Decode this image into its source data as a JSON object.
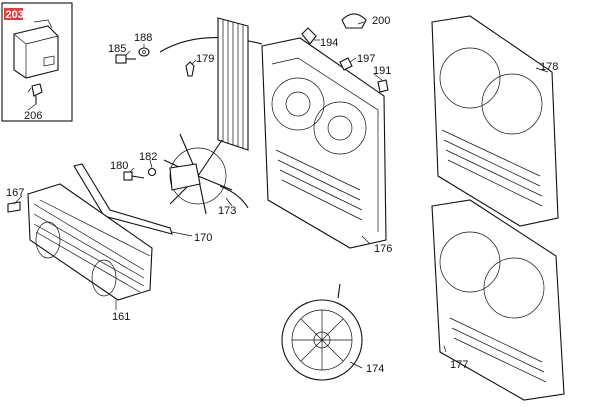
{
  "diagram": {
    "highlighted_part": "203",
    "labels": {
      "p203": "203",
      "p206": "206",
      "p185": "185",
      "p188": "188",
      "p179": "179",
      "p194": "194",
      "p200": "200",
      "p197": "197",
      "p191": "191",
      "p178": "178",
      "p180": "180",
      "p182": "182",
      "p173": "173",
      "p167": "167",
      "p170": "170",
      "p176": "176",
      "p161": "161",
      "p174": "174",
      "p177": "177"
    },
    "colors": {
      "line": "#111111",
      "highlight": "#e23b3b",
      "background": "#ffffff"
    }
  }
}
